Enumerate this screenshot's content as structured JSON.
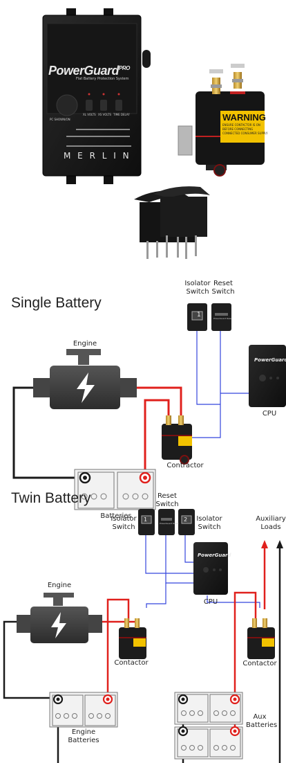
{
  "products": {
    "controller": {
      "brand": "PowerGuard",
      "brand_sup": "PRO",
      "subtitle": "Flat Battery Protection System",
      "pc_label": "PC SHOWN/ON",
      "buttons": [
        "XL VOLTS",
        "XS VOLTS",
        "TIME DELAY"
      ],
      "maker": "M E R L I N"
    },
    "contactor": {
      "warning_title": "WARNING",
      "warning_lines": [
        "ENSURE CONTACTOR IS ON",
        "BEFORE CONNECTING",
        "CONNECTED CONSUMER SUPPLY"
      ]
    }
  },
  "single_battery": {
    "title": "Single Battery",
    "labels": {
      "isolator_switch": "Isolator Switch",
      "reset_switch": "Reset Switch",
      "engine": "Engine",
      "cpu": "CPU",
      "contactor": "Contractor",
      "batteries": "Batteries"
    },
    "switch_icons": {
      "isolator": "1",
      "reset": "PowerGuard Reset"
    }
  },
  "twin_battery": {
    "title": "Twin Battery",
    "labels": {
      "reset_switch": "Reset Switch",
      "isolator_left": "Isolator Switch",
      "isolator_right": "Isolator Switch",
      "auxiliary_loads": "Auxiliary Loads",
      "engine": "Engine",
      "cpu": "CPU",
      "contactor_left": "Contactor",
      "contactor_right": "Contactor",
      "engine_batteries": "Engine Batteries",
      "aux_batteries": "Aux Batteries"
    },
    "switch_icons": {
      "isolator_left": "1",
      "reset": "PowerGuard Reset",
      "isolator_right": "2"
    }
  },
  "colors": {
    "positive_wire": "#e0201c",
    "negative_wire": "#1a1a1a",
    "signal_wire": "#3344dd",
    "device_body": "#1e1e1e",
    "engine_body": "#3a3a3a",
    "battery_outline": "#777777",
    "warning_label": "#f2c200"
  }
}
